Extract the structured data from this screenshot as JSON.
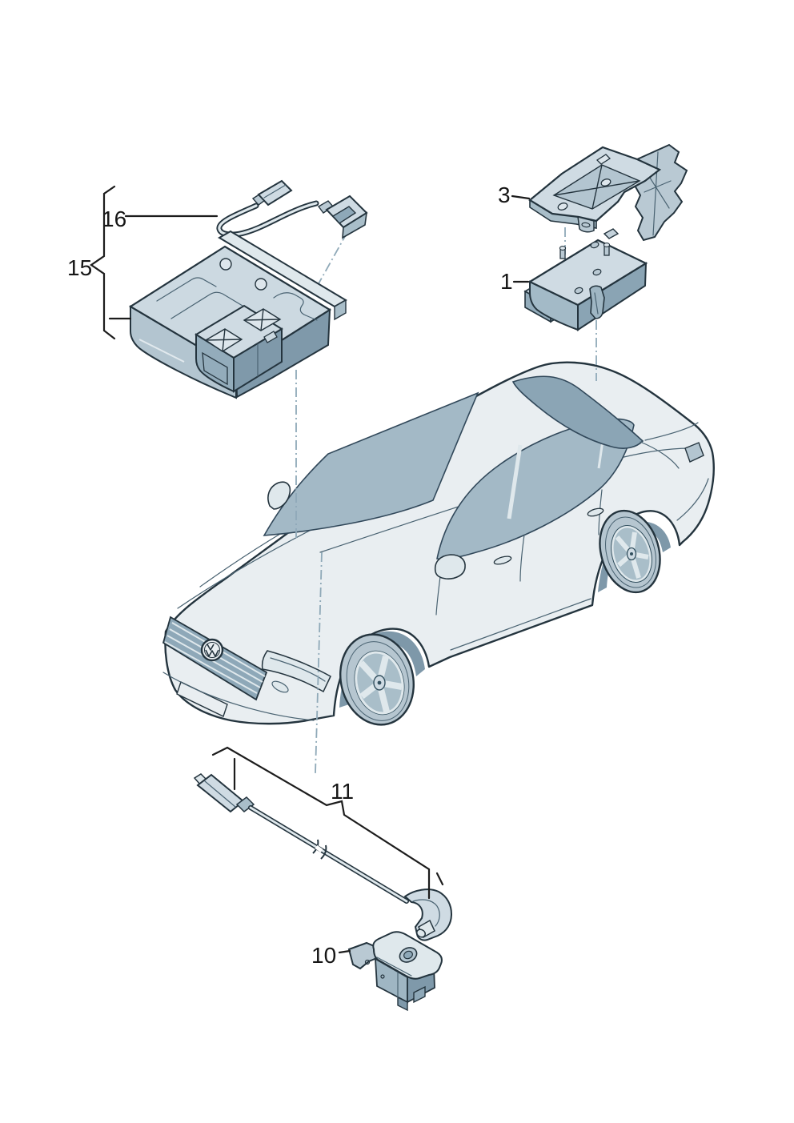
{
  "diagram": {
    "background": "#ffffff",
    "colors": {
      "outline": "#24343e",
      "thin_line": "#4a6372",
      "body_light": "#e9eef1",
      "body_mid": "#cfdbe3",
      "body_shadow": "#b6c6d0",
      "glass": "#a3b9c6",
      "glass_dark": "#8ba5b5",
      "part_light": "#cfdbe3",
      "part_mid": "#a9bec9",
      "part_dark": "#7f99aa",
      "leader_dash": "#8fa9b8",
      "label_text": "#161616"
    },
    "vehicle": "sedan-isometric-line-art",
    "callouts": {
      "c16": {
        "label": "16",
        "part": "adapter-cable"
      },
      "c15": {
        "label": "15",
        "part": "module-with-holder-assembly"
      },
      "c3": {
        "label": "3",
        "part": "mounting-bracket"
      },
      "c1": {
        "label": "1",
        "part": "control-module"
      },
      "c11": {
        "label": "11",
        "part": "antenna-aux-cable"
      },
      "c10": {
        "label": "10",
        "part": "socket-housing"
      }
    }
  }
}
